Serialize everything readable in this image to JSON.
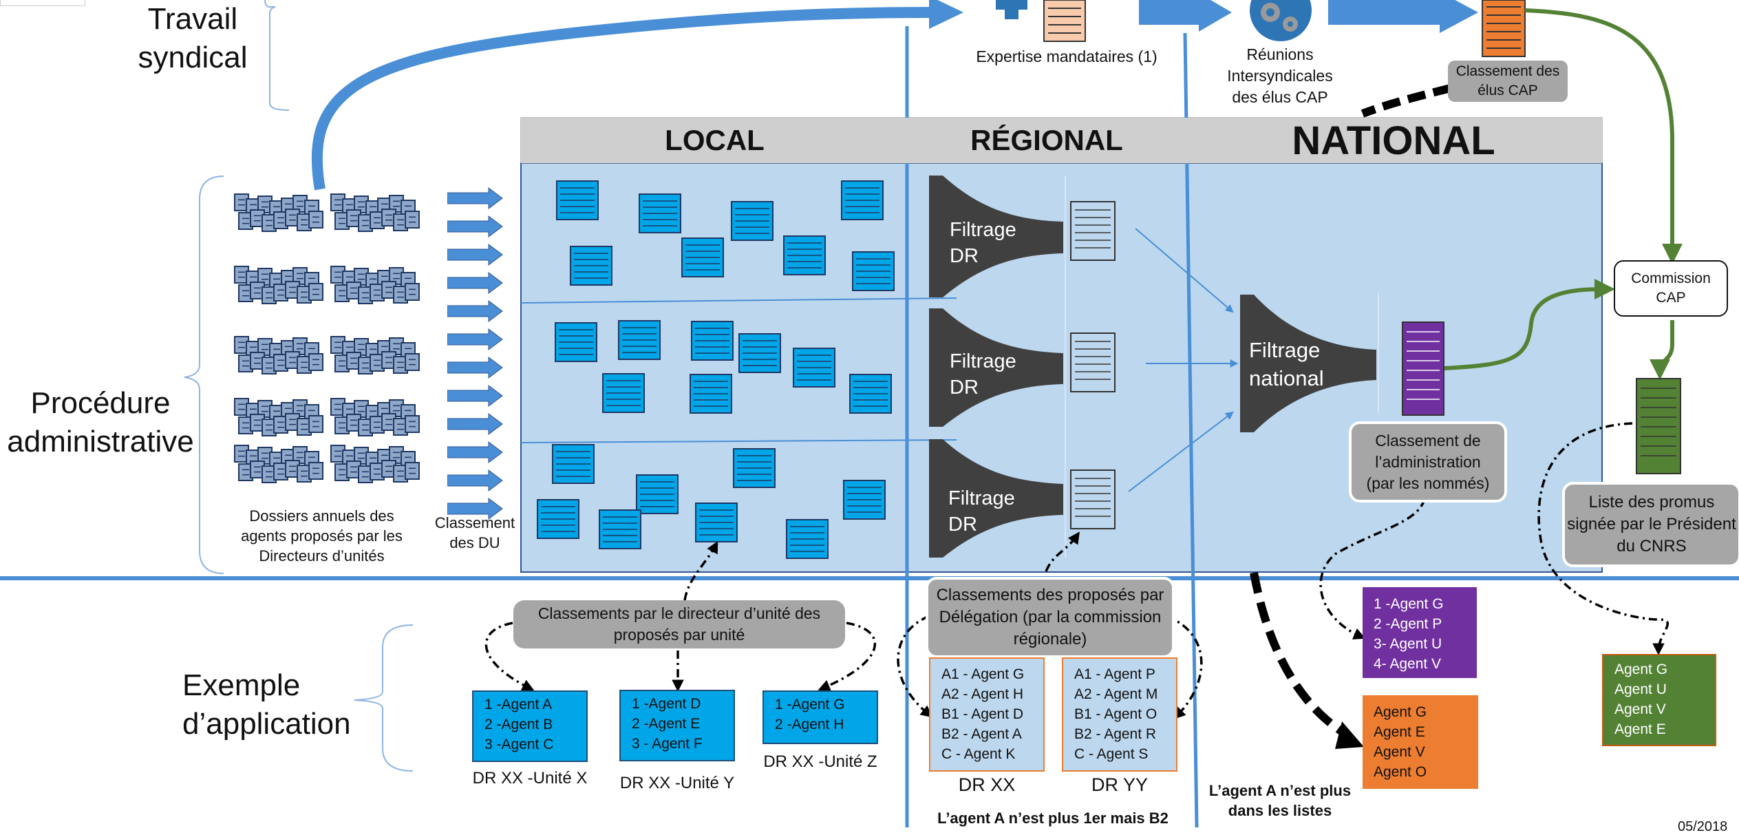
{
  "sections": {
    "travail_syndical": [
      "Travail",
      "syndical"
    ],
    "procedure_administrative": [
      "Procédure",
      "administrative"
    ],
    "exemple_application": [
      "Exemple",
      "d’application"
    ]
  },
  "regions": {
    "local": "LOCAL",
    "regional": "RÉGIONAL",
    "national": "NATIONAL"
  },
  "top": {
    "expertise": "Expertise mandataires (1)",
    "reunions": [
      "Réunions",
      "Intersyndicales",
      "des élus CAP"
    ],
    "classement_elus": [
      "Classement des",
      "élus CAP"
    ]
  },
  "dossiers": [
    "Dossiers annuels des",
    "agents proposés par les",
    "Directeurs d’unités"
  ],
  "classement_du": [
    "Classement",
    "des DU"
  ],
  "filters": {
    "dr": [
      "Filtrage",
      "DR"
    ],
    "national": [
      "Filtrage",
      "national"
    ]
  },
  "classement_admin": [
    "Classement de",
    "l’administration",
    "(par les nommés)"
  ],
  "commission": [
    "Commission",
    "CAP"
  ],
  "liste_promus": [
    "Liste des promus",
    "signée par le Président",
    "du CNRS"
  ],
  "classements_du_box": [
    "Classements par le directeur d’unité des",
    "proposés par unité"
  ],
  "classements_delegation": [
    "Classements des proposés par",
    "Délégation (par la commission",
    "régionale)"
  ],
  "units": [
    {
      "items": [
        "1 -Agent A",
        "2 -Agent B",
        "3 -Agent C"
      ],
      "label": "DR XX -Unité X"
    },
    {
      "items": [
        "1 -Agent D",
        "2 -Agent E",
        "3 - Agent F"
      ],
      "label": "DR XX -Unité Y"
    },
    {
      "items": [
        "1 -Agent G",
        "2 -Agent H"
      ],
      "label": "DR XX -Unité Z"
    }
  ],
  "delegations": [
    {
      "items": [
        "A1 - Agent G",
        "A2 - Agent H",
        "B1 - Agent D",
        "B2 - Agent A",
        "C - Agent K"
      ],
      "label": "DR XX"
    },
    {
      "items": [
        "A1 - Agent P",
        "A2 - Agent M",
        "B1 - Agent O",
        "B2 - Agent R",
        "C - Agent S"
      ],
      "label": "DR YY"
    }
  ],
  "list_purple": [
    "1 -Agent G",
    "2 -Agent P",
    "3- Agent U",
    "4- Agent V"
  ],
  "list_orange": [
    "Agent G",
    "Agent E",
    "Agent V",
    "Agent O"
  ],
  "list_green": [
    "Agent G",
    "Agent U",
    "Agent V",
    "Agent E"
  ],
  "notes": {
    "agent_a_b2": "L’agent A n’est plus 1er mais B2",
    "agent_a_absent": [
      "L’agent A n’est plus",
      "dans les listes"
    ]
  },
  "footer_date": "05/2018",
  "colors": {
    "blue_arrow": "#4a8fd6",
    "panel": "#bdd7ee",
    "doc_blue": "#00a6e8",
    "funnel": "#404040",
    "purple": "#7030a0",
    "orange": "#ed7d31",
    "green": "#548235"
  }
}
